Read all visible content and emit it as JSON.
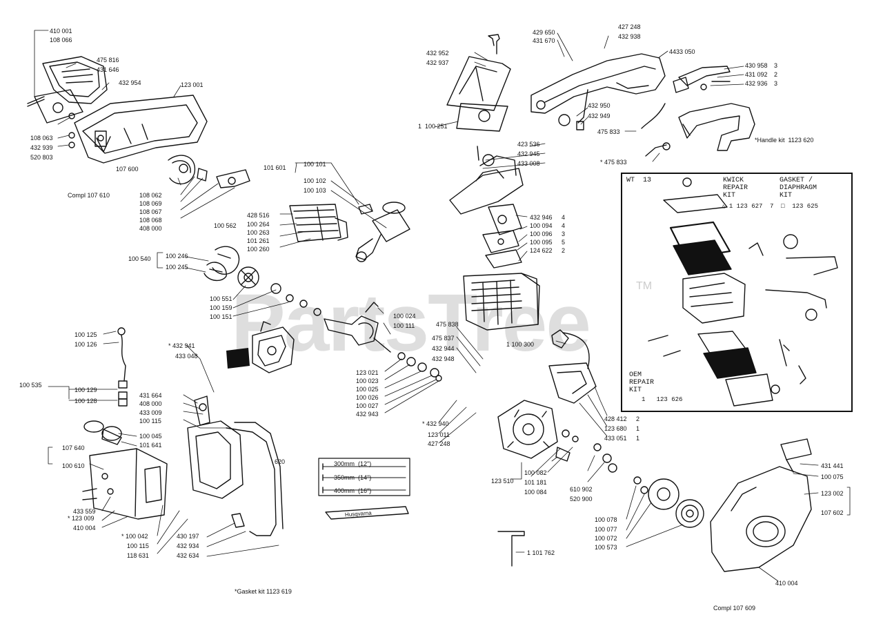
{
  "watermark": {
    "text": "PartsTree",
    "tm": "TM"
  },
  "parts_left_top": {
    "p410001": "410 001",
    "p108066": "108 066",
    "p475816": "475 816",
    "p431646": "431 646",
    "p432954": "432 954",
    "p123001": "123 001",
    "p108063": "108 063",
    "p432939": "432 939",
    "p520803": "520 803",
    "p107600": "107 600",
    "compl107610": "Compl 107 610",
    "p108062": "108 062",
    "p108069": "108 069",
    "p108067": "108 067",
    "p108068": "108 068",
    "p408000": "408 000"
  },
  "parts_piston": {
    "p101601": "101 601",
    "p100101": "100 101",
    "p100102": "100 102",
    "p100103": "100 103",
    "p428516": "428 516",
    "p100264": "100 264",
    "p100263": "100 263",
    "p101261": "101 261",
    "p100260": "100 260",
    "p100562": "100 562"
  },
  "parts_clutch": {
    "p100540": "100 540",
    "p100246": "100 246",
    "p100245": "100 245",
    "p100551": "100 551",
    "p100159": "100 159",
    "p100151": "100 151"
  },
  "parts_crank": {
    "p100024": "100 024",
    "p100111": "100 111",
    "p475838": "475 838",
    "p475837": "475 837",
    "p432944": "432 944",
    "p432948": "432 948",
    "p123021": "123 021",
    "p100023": "100 023",
    "p100025": "100 025",
    "p100026": "100 026",
    "p100027": "100 027",
    "p432943": "432 943",
    "p432940": "* 432 940",
    "p123011": "123 011",
    "p427248b": "427 248"
  },
  "parts_tank": {
    "p100125": "100 125",
    "p100126": "100 126",
    "p100535": "100 535",
    "p100129": "100 129",
    "p100128": "100 128",
    "p432941": "* 432 941",
    "p433048": "433 048",
    "p431664": "431 664",
    "p408000b": "408 000",
    "p433009": "433 009",
    "p100115": "100 115",
    "p100045": "100 045",
    "p101641": "101 641",
    "p107640": "107 640",
    "p100610": "100 610",
    "p433559": "433 559",
    "p123009": "* 123 009",
    "p410004": "410 004",
    "p100042": "* 100 042",
    "p100115b": "100 115",
    "p118631": "118 631",
    "p620": "620",
    "p430197": "430 197",
    "p432934": "432 934",
    "p432634": "432 634",
    "gasket_kit": "*Gasket kit 1123 619"
  },
  "bar_lengths": {
    "b300": "300mm  (12\")",
    "b350": "350mm  (14\")",
    "b400": "400mm  (16\")",
    "brand": "Husqvarna",
    "p101762": "1 101 762"
  },
  "parts_top_center": {
    "p432952": "432 952",
    "p432937": "432 937",
    "p100251": "1  100 251",
    "p423536": "423 536",
    "p432945": "432 945",
    "p433008": "433 008"
  },
  "parts_handle": {
    "p429650": "429 650",
    "p431670": "431 670",
    "p427248": "427 248",
    "p432938": "432 938",
    "p433050": "4433 050",
    "p430958": "430 958",
    "p431092": "431 092",
    "p432936": "432 936",
    "q3a": "3",
    "q2": "2",
    "q3b": "3",
    "p432950": "432 950",
    "p432949": "432 949",
    "p475833a": "475 833",
    "p475833b": "* 475 833",
    "handle_kit": "*Handle kit  1123 620"
  },
  "parts_carb": {
    "p432946": "432 946",
    "q4a": "4",
    "p100094": "100 094",
    "q4b": "4",
    "p100096": "100 096",
    "q3": "3",
    "p100095": "100 095",
    "q5": "5",
    "p124622": "124 622",
    "q2": "2"
  },
  "parts_ignition": {
    "p100300": "1 100 300",
    "p428412": "428 412",
    "p123680": "123 680",
    "p433051": "433 051",
    "q2": "2",
    "q1a": "1",
    "q1b": "1"
  },
  "parts_flywheel": {
    "p123510": "123 510",
    "p100082": "100 082",
    "p101181": "101 181",
    "p100084": "100 084",
    "p610902": "610 902",
    "p520900": "520 900",
    "p100078": "100 078",
    "p100077": "100 077",
    "p100072": "100 072",
    "p100573": "100 573"
  },
  "parts_starter": {
    "p431441": "431 441",
    "p100075": "100 075",
    "p123002": "123 002",
    "p107602": "107 602",
    "p410004b": "410 004",
    "compl107609": "Compl 107 609"
  },
  "kit_box": {
    "wt": "WT  13",
    "kwick": "KWICK\nREPAIR\nKIT",
    "kwick_num": "△ 1 123 627",
    "kwick_qty": "7",
    "gasket": "GASKET /\nDIAPHRAGM\nKIT",
    "gasket_num": "□  123 625",
    "oem": "OEM\nREPAIR\nKIT",
    "oem_num": "1   123 626"
  }
}
